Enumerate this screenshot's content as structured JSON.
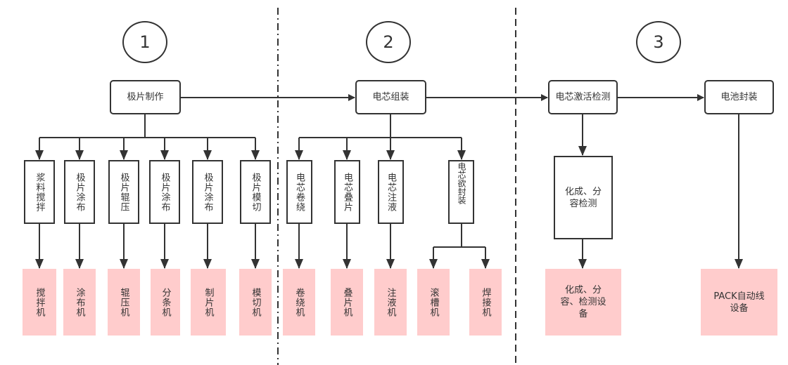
{
  "colors": {
    "line": "#333333",
    "equipment_fill": "#ffcccc",
    "box_fill": "#ffffff"
  },
  "phases": [
    {
      "number": "1"
    },
    {
      "number": "2"
    },
    {
      "number": "3"
    }
  ],
  "stages": [
    {
      "id": "s1",
      "label": "极片制作"
    },
    {
      "id": "s2",
      "label": "电芯组装"
    },
    {
      "id": "s3",
      "label": "电芯激活检测"
    },
    {
      "id": "s4",
      "label": "电池封装"
    }
  ],
  "processes": [
    {
      "id": "p1",
      "label": "浆料搅拌"
    },
    {
      "id": "p2",
      "label": "极片涂布"
    },
    {
      "id": "p3",
      "label": "极片辊压"
    },
    {
      "id": "p4",
      "label": "极片涂布"
    },
    {
      "id": "p5",
      "label": "极片涂布"
    },
    {
      "id": "p6",
      "label": "极片模切"
    },
    {
      "id": "p7",
      "label": "电芯卷绕"
    },
    {
      "id": "p8",
      "label": "电芯叠片"
    },
    {
      "id": "p9",
      "label": "电芯注液"
    },
    {
      "id": "p10",
      "label": "电芯欲封装"
    },
    {
      "id": "p11",
      "label": "化成、分容检测"
    }
  ],
  "equipment": [
    {
      "id": "e1",
      "label": "搅拌机"
    },
    {
      "id": "e2",
      "label": "涂布机"
    },
    {
      "id": "e3",
      "label": "辊压机"
    },
    {
      "id": "e4",
      "label": "分条机"
    },
    {
      "id": "e5",
      "label": "制片机"
    },
    {
      "id": "e6",
      "label": "模切机"
    },
    {
      "id": "e7",
      "label": "卷绕机"
    },
    {
      "id": "e8",
      "label": "叠片机"
    },
    {
      "id": "e9",
      "label": "注液机"
    },
    {
      "id": "e10",
      "label": "滚槽机"
    },
    {
      "id": "e11",
      "label": "焊接机"
    },
    {
      "id": "e12",
      "label": "化成、分容、检测设备"
    },
    {
      "id": "e13",
      "label": "PACK自动线设备"
    }
  ]
}
